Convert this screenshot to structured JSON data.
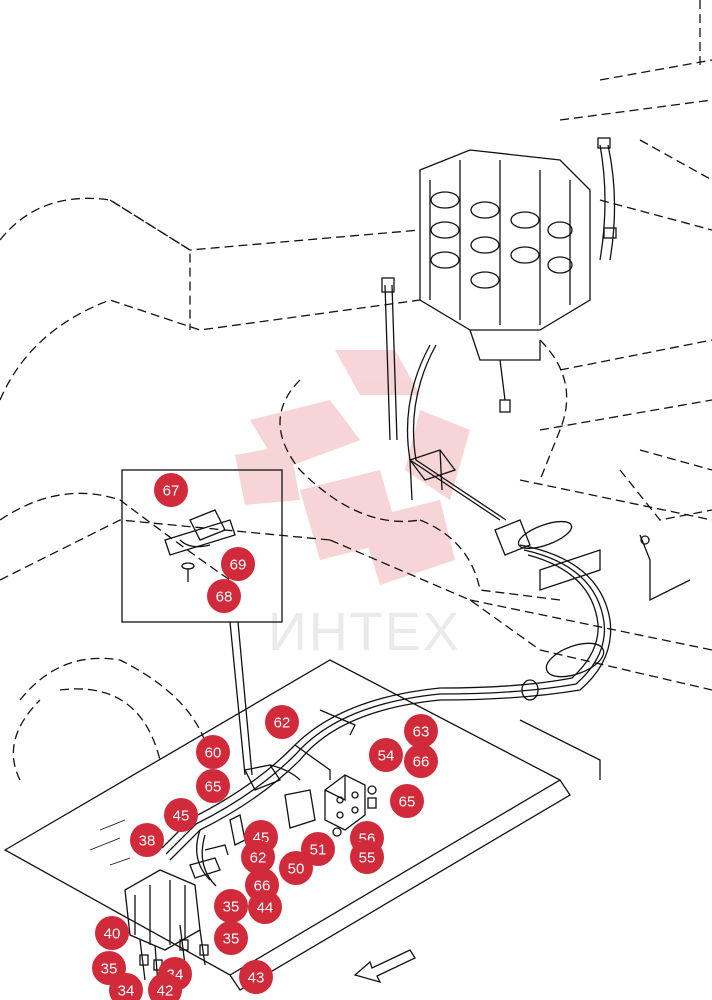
{
  "diagram": {
    "callout_color": "#d12a3a",
    "watermark_text": "ИНТЕХ",
    "watermark_color": "#f2b3b8",
    "callouts": [
      "67",
      "69",
      "68",
      "62",
      "63",
      "54",
      "66",
      "65",
      "65",
      "60",
      "45",
      "38",
      "45",
      "62",
      "51",
      "56",
      "55",
      "50",
      "66",
      "35",
      "44",
      "35",
      "40",
      "35",
      "34",
      "34",
      "42",
      "43"
    ],
    "direction_arrow": "front-direction-arrow-icon"
  }
}
